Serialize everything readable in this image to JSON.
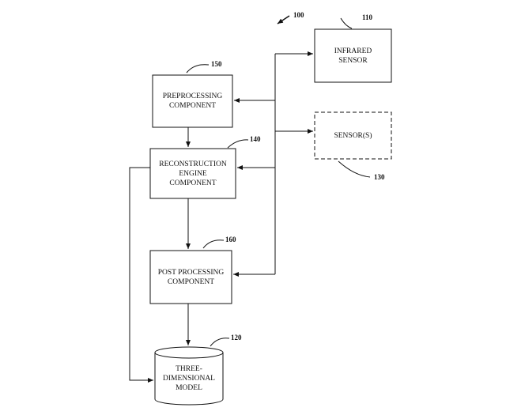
{
  "figure_ref": "100",
  "nodes": {
    "infrared_sensor": {
      "label": "INFRARED\nSENSOR",
      "ref": "110"
    },
    "sensors": {
      "label": "SENSOR(S)",
      "ref": "130"
    },
    "preprocessing": {
      "label": "PREPROCESSING\nCOMPONENT",
      "ref": "150"
    },
    "reconstruction": {
      "label": "RECONSTRUCTION\nENGINE\nCOMPONENT",
      "ref": "140"
    },
    "post_processing": {
      "label": "POST PROCESSING\nCOMPONENT",
      "ref": "160"
    },
    "model": {
      "label": "THREE-\nDIMENSIONAL\nMODEL",
      "ref": "120"
    }
  }
}
